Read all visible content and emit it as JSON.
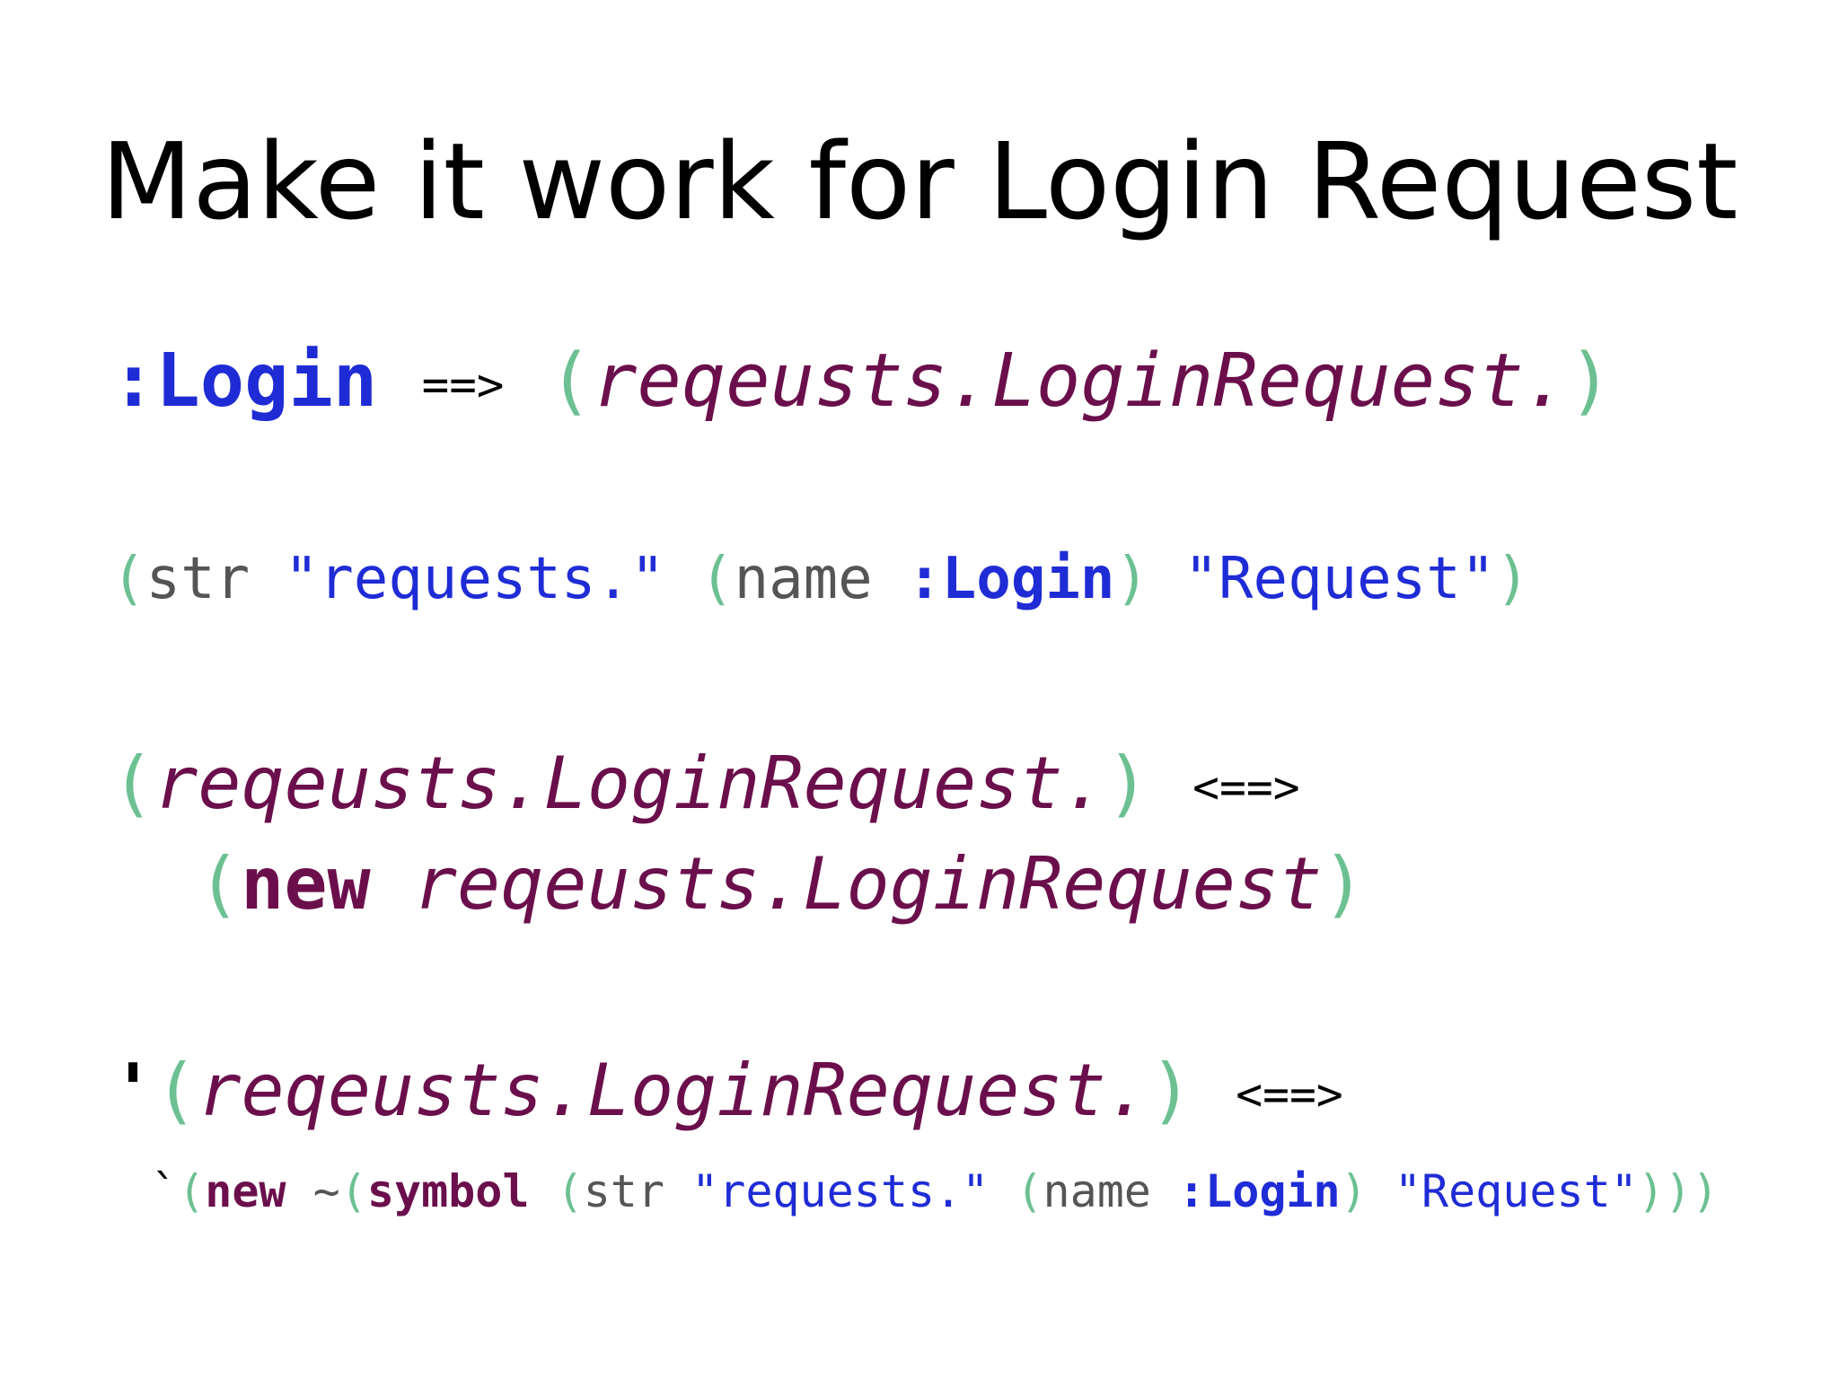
{
  "title": "Make it work for Login Request",
  "colors": {
    "keyword": "#1f2cd6",
    "string": "#1f2cd6",
    "class": "#6b0f4c",
    "paren": "#6cc092",
    "fn": "#555555",
    "plain": "#000000"
  },
  "lines": [
    {
      "id": "mapping-line",
      "segments": [
        {
          "text": ":Login",
          "role": "keyword",
          "bold": true
        },
        {
          "text": " ",
          "role": "plain"
        },
        {
          "text": "==>",
          "role": "plain",
          "arrow": true
        },
        {
          "text": " ",
          "role": "plain"
        },
        {
          "text": "(",
          "role": "paren"
        },
        {
          "text": "reqeusts.LoginRequest.",
          "role": "class",
          "italic": true
        },
        {
          "text": ")",
          "role": "paren"
        }
      ]
    },
    {
      "id": "str-line",
      "segments": [
        {
          "text": "(",
          "role": "paren"
        },
        {
          "text": "str",
          "role": "fn"
        },
        {
          "text": " ",
          "role": "plain"
        },
        {
          "text": "\"requests.\"",
          "role": "string"
        },
        {
          "text": " ",
          "role": "plain"
        },
        {
          "text": "(",
          "role": "paren"
        },
        {
          "text": "name",
          "role": "fn"
        },
        {
          "text": " ",
          "role": "plain"
        },
        {
          "text": ":Login",
          "role": "keyword",
          "bold": true
        },
        {
          "text": ")",
          "role": "paren"
        },
        {
          "text": " ",
          "role": "plain"
        },
        {
          "text": "\"Request\"",
          "role": "string"
        },
        {
          "text": ")",
          "role": "paren"
        }
      ]
    },
    {
      "id": "constructor-line",
      "segments": [
        {
          "text": "(",
          "role": "paren"
        },
        {
          "text": "reqeusts.LoginRequest.",
          "role": "class",
          "italic": true
        },
        {
          "text": ")",
          "role": "paren"
        },
        {
          "text": " ",
          "role": "plain"
        },
        {
          "text": "<==>",
          "role": "plain",
          "arrow": true
        }
      ]
    },
    {
      "id": "new-line",
      "segments": [
        {
          "text": "(",
          "role": "paren"
        },
        {
          "text": "new",
          "role": "class",
          "bold": true
        },
        {
          "text": " ",
          "role": "plain"
        },
        {
          "text": "reqeusts.LoginRequest",
          "role": "class",
          "italic": true
        },
        {
          "text": ")",
          "role": "paren"
        }
      ]
    },
    {
      "id": "quoted-line",
      "segments": [
        {
          "text": "'",
          "role": "plain",
          "bold": true
        },
        {
          "text": "(",
          "role": "paren"
        },
        {
          "text": "reqeusts.LoginRequest.",
          "role": "class",
          "italic": true
        },
        {
          "text": ")",
          "role": "paren"
        },
        {
          "text": " ",
          "role": "plain"
        },
        {
          "text": "<==>",
          "role": "plain",
          "arrow": true
        }
      ]
    },
    {
      "id": "syntax-quote-line",
      "segments": [
        {
          "text": "`",
          "role": "plain"
        },
        {
          "text": "(",
          "role": "paren"
        },
        {
          "text": "new",
          "role": "class",
          "bold": true
        },
        {
          "text": " ",
          "role": "plain"
        },
        {
          "text": "~",
          "role": "fn"
        },
        {
          "text": "(",
          "role": "paren"
        },
        {
          "text": "symbol",
          "role": "class",
          "bold": true
        },
        {
          "text": " ",
          "role": "plain"
        },
        {
          "text": "(",
          "role": "paren"
        },
        {
          "text": "str",
          "role": "fn"
        },
        {
          "text": " ",
          "role": "plain"
        },
        {
          "text": "\"requests.\"",
          "role": "string"
        },
        {
          "text": " ",
          "role": "plain"
        },
        {
          "text": "(",
          "role": "paren"
        },
        {
          "text": "name",
          "role": "fn"
        },
        {
          "text": " ",
          "role": "plain"
        },
        {
          "text": ":Login",
          "role": "keyword",
          "bold": true
        },
        {
          "text": ")",
          "role": "paren"
        },
        {
          "text": " ",
          "role": "plain"
        },
        {
          "text": "\"Request\"",
          "role": "string"
        },
        {
          "text": ")))",
          "role": "paren"
        }
      ]
    }
  ]
}
